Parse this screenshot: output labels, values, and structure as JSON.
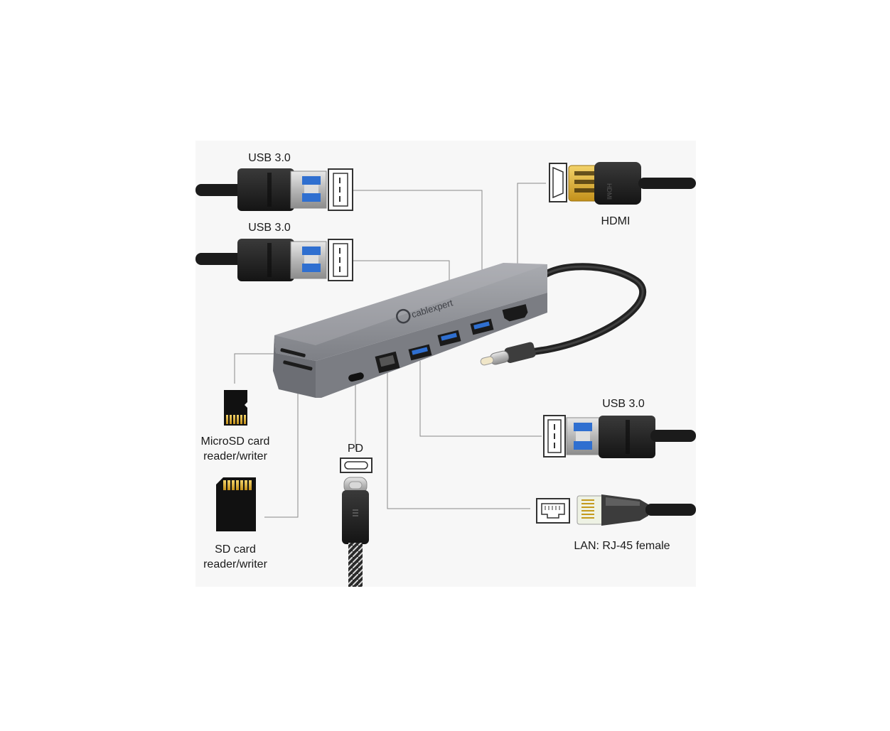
{
  "brand": "cablexpert",
  "labels": {
    "usb_top_1": "USB 3.0",
    "usb_top_2": "USB 3.0",
    "hdmi": "HDMI",
    "usb_right": "USB 3.0",
    "microsd_line1": "MicroSD card",
    "microsd_line2": "reader/writer",
    "pd": "PD",
    "sd_line1": "SD card",
    "sd_line2": "reader/writer",
    "lan": "LAN: RJ-45 female"
  },
  "colors": {
    "hub_body": "#8e9096",
    "cable": "#1b1b1b",
    "usb_blue": "#2f6fd0",
    "gold": "#e0b12a",
    "leader_line": "#8a8a8a"
  }
}
